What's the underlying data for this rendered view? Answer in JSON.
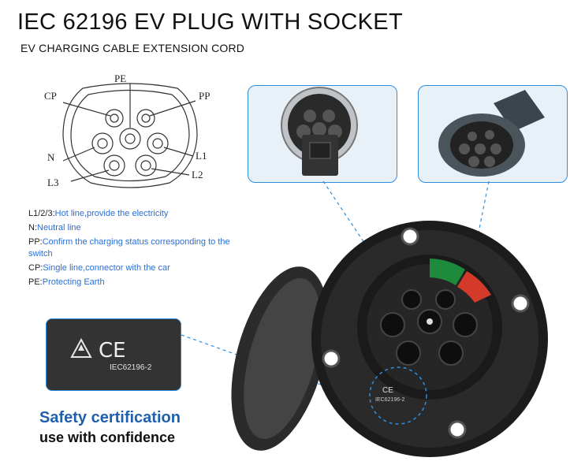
{
  "header": {
    "title": "IEC 62196 EV PLUG WITH SOCKET",
    "subtitle": "EV CHARGING CABLE EXTENSION CORD"
  },
  "diagram": {
    "pins": {
      "pe": "PE",
      "cp": "CP",
      "pp": "PP",
      "n": "N",
      "l1": "L1",
      "l2": "L2",
      "l3": "L3"
    }
  },
  "legend": [
    {
      "key": "L1/2/3:",
      "text": "Hot line,provide the electricity"
    },
    {
      "key": "N:",
      "text": "Neutral line"
    },
    {
      "key": "PP:",
      "text": "Confirm the charging status corresponding to the switch"
    },
    {
      "key": "CP:",
      "text": "Single line,connector with the car"
    },
    {
      "key": "PE:",
      "text": "Protecting Earth"
    }
  ],
  "certification": {
    "mark": "CE",
    "standard": "IEC62196-2",
    "line1": "Safety certification",
    "line2": "use with confidence"
  },
  "colors": {
    "accent": "#2e8fe0",
    "headline_blue": "#1f5fae",
    "legend_blue": "#2a6fd6",
    "indicator_green": "#1e8a3c",
    "indicator_red": "#d43a2a"
  }
}
